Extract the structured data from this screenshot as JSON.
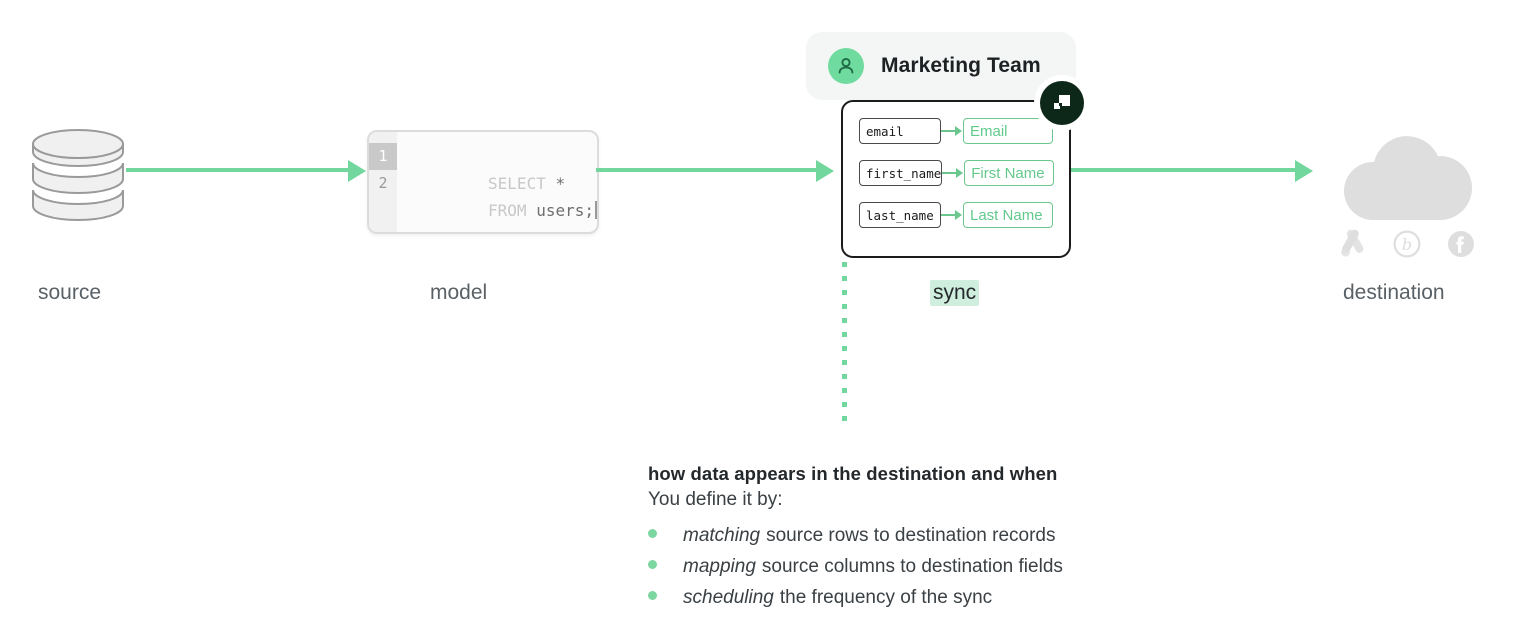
{
  "stages": {
    "source": "source",
    "model": "model",
    "sync": "sync",
    "destination": "destination"
  },
  "model_editor": {
    "lines": [
      {
        "number": "1",
        "keyword": "SELECT",
        "rest": " *",
        "active": true
      },
      {
        "number": "2",
        "keyword": "FROM",
        "rest": " users;",
        "active": false
      }
    ]
  },
  "team_badge": {
    "label": "Marketing Team",
    "avatar_icon": "person-icon",
    "avatar_color": "#6fdb9f",
    "background": "#f4f6f5"
  },
  "sync_badge": {
    "icon": "hightouch-logo-icon",
    "background": "#0d2818",
    "mark_color": "#ffffff"
  },
  "field_mappings": [
    {
      "source": "email",
      "destination": "Email"
    },
    {
      "source": "first_name",
      "destination": "First Name"
    },
    {
      "source": "last_name",
      "destination": "Last Name"
    }
  ],
  "destination_logos": [
    {
      "name": "google-ads-icon"
    },
    {
      "name": "braze-icon"
    },
    {
      "name": "facebook-icon"
    }
  ],
  "explanation": {
    "heading": "how data appears in the destination and when",
    "subheading": "You define it by:",
    "bullets": [
      {
        "lead": "matching",
        "rest": "source rows to destination records"
      },
      {
        "lead": "mapping",
        "rest": "source columns to destination fields"
      },
      {
        "lead": "scheduling",
        "rest": "the frequency of the sync"
      }
    ]
  },
  "colors": {
    "accent_green": "#72d79c",
    "field_green": "#6cc78e",
    "highlight_green": "#cfeedd",
    "gray_icon": "#dedede",
    "text_dark": "#24282b",
    "text_muted": "#5a6166"
  }
}
